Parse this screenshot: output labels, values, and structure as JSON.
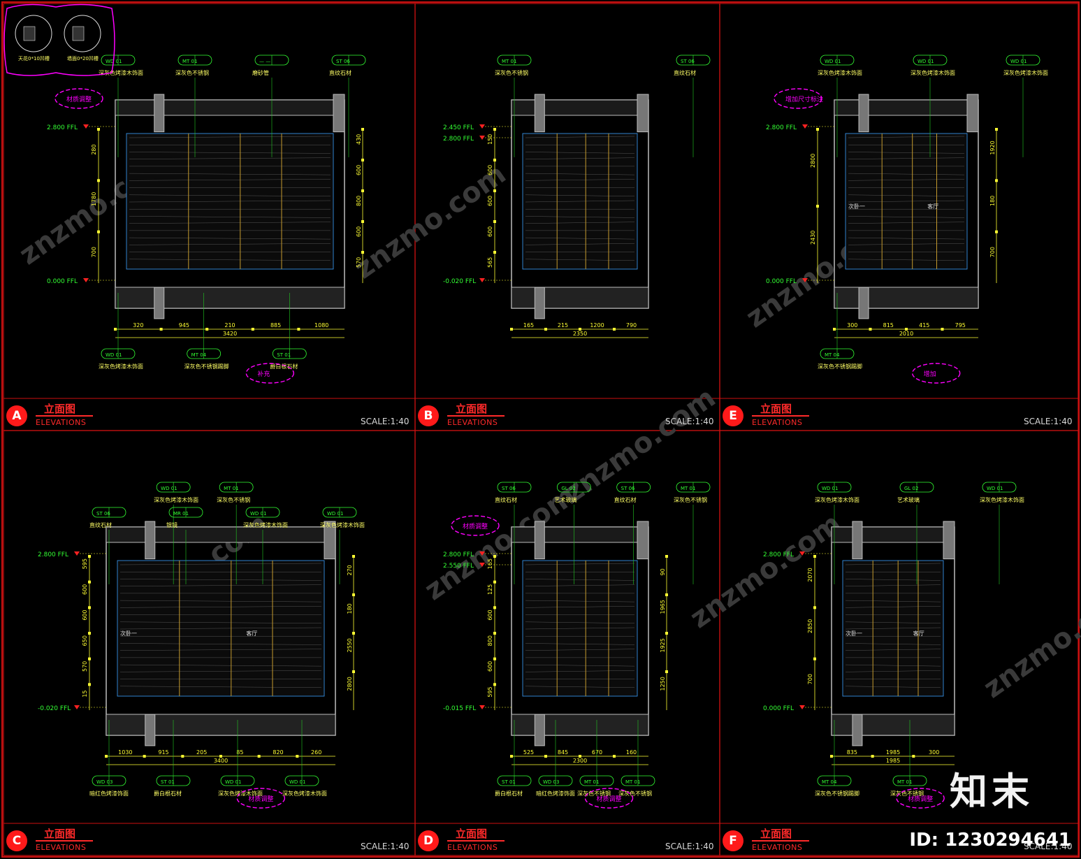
{
  "sheet": {
    "colors": {
      "frame": "#cc1111",
      "wall": "#bdbdbd",
      "dim": "#ffff33",
      "leader": "#22cc22",
      "tag": "#33ff33",
      "note": "#ff00ff",
      "level": "#ff2222",
      "level_text": "#33ff33",
      "title": "#ff2a2a",
      "cloud": "#ff00ff",
      "watermark": "#3a3a3a"
    },
    "watermark_text": "znzmo.com",
    "brand_text": "知末",
    "id_text": "ID: 1230294641"
  },
  "panels": [
    {
      "letter": "A",
      "title": "立面图",
      "subtitle": "ELEVATIONS",
      "scale": "SCALE:1:40",
      "levels": [
        "2.800 FFL",
        "0.000 FFL"
      ],
      "tags_top": [
        {
          "code": "WD 01",
          "desc": "深灰色烤漆木饰面"
        },
        {
          "code": "MT 01",
          "desc": "深灰色不锈钢"
        },
        {
          "code": "— —",
          "desc": "磨砂管"
        },
        {
          "code": "ST 06",
          "desc": "直纹石材"
        }
      ],
      "tags_bottom": [
        {
          "code": "WD 01",
          "desc": "深灰色烤漆木饰面"
        },
        {
          "code": "MT 04",
          "desc": "深灰色不锈钢踢脚"
        },
        {
          "code": "ST 01",
          "desc": "爵白根石材"
        }
      ],
      "notes": [
        "补充",
        "材质调整"
      ],
      "dims_bottom": [
        "320",
        "945",
        "210",
        "885",
        "1080"
      ],
      "dims_total": "3420",
      "dims_right": [
        "430",
        "600",
        "800",
        "600",
        "570"
      ],
      "dims_left": [
        "280",
        "1780",
        "700"
      ],
      "detail_labels": [
        "天花0*10凹槽",
        "墙面0*20凹槽"
      ]
    },
    {
      "letter": "B",
      "title": "立面图",
      "subtitle": "ELEVATIONS",
      "scale": "SCALE:1:40",
      "levels": [
        "2.450 FFL",
        "2.800 FFL",
        "-0.020 FFL"
      ],
      "tags_top": [
        {
          "code": "MT 01",
          "desc": "深灰色不锈钢"
        },
        {
          "code": "ST 06",
          "desc": "直纹石材"
        }
      ],
      "tags_bottom": [],
      "notes": [],
      "dims_bottom": [
        "165",
        "215",
        "1200",
        "790"
      ],
      "dims_total": "2350",
      "dims_right": [],
      "dims_left": [
        "150",
        "600",
        "600",
        "600",
        "565"
      ],
      "detail_labels": []
    },
    {
      "letter": "E",
      "title": "立面图",
      "subtitle": "ELEVATIONS",
      "scale": "SCALE:1:40",
      "levels": [
        "2.800 FFL",
        "0.000 FFL"
      ],
      "tags_top": [
        {
          "code": "WD 01",
          "desc": "深灰色烤漆木饰面"
        },
        {
          "code": "WD 01",
          "desc": "深灰色烤漆木饰面"
        },
        {
          "code": "WD 01",
          "desc": "深灰色烤漆木饰面"
        }
      ],
      "tags_bottom": [
        {
          "code": "MT 04",
          "desc": "深灰色不锈钢踢脚"
        }
      ],
      "notes": [
        "增加",
        "增加尺寸标注"
      ],
      "dims_bottom": [
        "300",
        "815",
        "415",
        "795"
      ],
      "dims_total": "2010",
      "dims_right": [
        "1920",
        "180",
        "700"
      ],
      "dims_left": [
        "2800",
        "2430"
      ],
      "detail_labels": [
        "次卧一",
        "客厅"
      ]
    },
    {
      "letter": "C",
      "title": "立面图",
      "subtitle": "ELEVATIONS",
      "scale": "SCALE:1:40",
      "levels": [
        "2.800 FFL",
        "-0.020 FFL"
      ],
      "tags_top": [
        {
          "code": "WD 01",
          "desc": "深灰色烤漆木饰面"
        },
        {
          "code": "MT 01",
          "desc": "深灰色不锈钢"
        },
        {
          "code": "ST 06",
          "desc": "直纹石材"
        },
        {
          "code": "MR 01",
          "desc": "银镜"
        },
        {
          "code": "WD 01",
          "desc": "深灰色烤漆木饰面"
        },
        {
          "code": "WD 01",
          "desc": "深灰色烤漆木饰面"
        }
      ],
      "tags_bottom": [
        {
          "code": "WD 03",
          "desc": "暗红色烤漆饰面"
        },
        {
          "code": "ST 01",
          "desc": "爵白根石材"
        },
        {
          "code": "WD 01",
          "desc": "深灰色烤漆木饰面"
        },
        {
          "code": "WD 01",
          "desc": "深灰色烤漆木饰面"
        }
      ],
      "notes": [
        "材质调整"
      ],
      "dims_bottom": [
        "1030",
        "915",
        "205",
        "85",
        "820",
        "260"
      ],
      "dims_total": "3400",
      "dims_right": [
        "270",
        "180",
        "2550",
        "2800"
      ],
      "dims_left": [
        "595",
        "600",
        "600",
        "650",
        "570",
        "15"
      ],
      "detail_labels": [
        "次卧一",
        "客厅"
      ]
    },
    {
      "letter": "D",
      "title": "立面图",
      "subtitle": "ELEVATIONS",
      "scale": "SCALE:1:40",
      "levels": [
        "2.800 FFL",
        "2.550 FFL",
        "-0.015 FFL"
      ],
      "tags_top": [
        {
          "code": "ST 06",
          "desc": "直纹石材"
        },
        {
          "code": "GL 02",
          "desc": "艺术玻璃"
        },
        {
          "code": "ST 06",
          "desc": "直纹石材"
        },
        {
          "code": "MT 01",
          "desc": "深灰色不锈钢"
        }
      ],
      "tags_bottom": [
        {
          "code": "ST 01",
          "desc": "爵白根石材"
        },
        {
          "code": "WD 03",
          "desc": "暗红色烤漆饰面"
        },
        {
          "code": "MT 01",
          "desc": "深灰色不锈钢"
        },
        {
          "code": "MT 01",
          "desc": "深灰色不锈钢"
        }
      ],
      "notes": [
        "材质调整",
        "材质调整"
      ],
      "dims_bottom": [
        "525",
        "845",
        "670",
        "160"
      ],
      "dims_total": "2300",
      "dims_right": [
        "90",
        "1965",
        "1925",
        "1250"
      ],
      "dims_left": [
        "165",
        "125",
        "600",
        "800",
        "600",
        "595"
      ],
      "detail_labels": []
    },
    {
      "letter": "F",
      "title": "立面图",
      "subtitle": "ELEVATIONS",
      "scale": "SCALE:1:40",
      "levels": [
        "2.800 FFL",
        "0.000 FFL"
      ],
      "tags_top": [
        {
          "code": "WD 01",
          "desc": "深灰色烤漆木饰面"
        },
        {
          "code": "GL 02",
          "desc": "艺术玻璃"
        },
        {
          "code": "WD 01",
          "desc": "深灰色烤漆木饰面"
        }
      ],
      "tags_bottom": [
        {
          "code": "MT 04",
          "desc": "深灰色不锈钢踢脚"
        },
        {
          "code": "MT 01",
          "desc": "深灰色不锈钢"
        }
      ],
      "notes": [
        "材质调整"
      ],
      "dims_bottom": [
        "835",
        "1985",
        "300"
      ],
      "dims_total": "1985",
      "dims_right": [],
      "dims_left": [
        "2070",
        "2850",
        "700"
      ],
      "detail_labels": [
        "次卧一",
        "客厅"
      ]
    }
  ]
}
